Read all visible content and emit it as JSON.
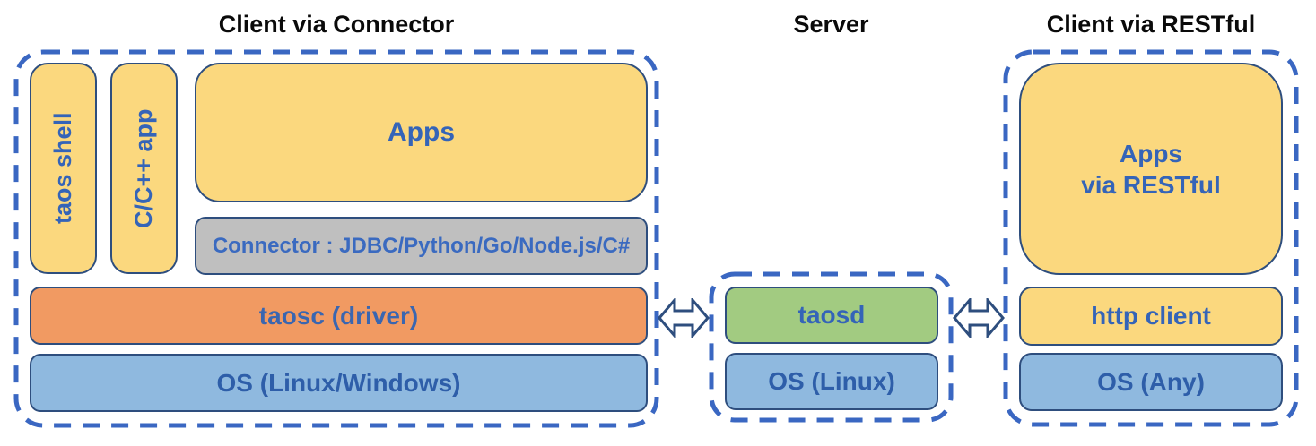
{
  "sections": {
    "connector": {
      "title": "Client via Connector",
      "taos_shell": "taos shell",
      "cpp_app": "C/C++ app",
      "apps": "Apps",
      "connector": "Connector : JDBC/Python/Go/Node.js/C#",
      "taosc": "taosc (driver)",
      "os": "OS (Linux/Windows)"
    },
    "server": {
      "title": "Server",
      "taosd": "taosd",
      "os": "OS (Linux)"
    },
    "restful": {
      "title": "Client via RESTful",
      "apps_line1": "Apps",
      "apps_line2": "via RESTful",
      "http_client": "http client",
      "os": "OS (Any)"
    }
  },
  "icons": {
    "left_link": "bidirectional-arrow-icon",
    "right_link": "bidirectional-arrow-icon"
  },
  "colors": {
    "box_yellow": "#fbd87e",
    "box_gray": "#bfbfbf",
    "box_orange": "#f19a62",
    "box_blue": "#8fb9df",
    "box_green": "#a2cb81",
    "box_border": "#2e4e7e",
    "dashed_border": "#3a67c2",
    "label_blue": "#3464b8",
    "title_black": "#0a0a0a"
  }
}
